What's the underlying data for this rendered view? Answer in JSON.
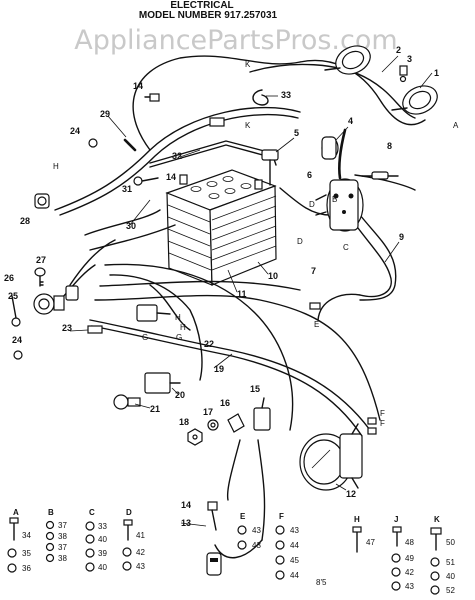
{
  "watermark": "AppliancePartsPros.com",
  "header": {
    "title": "ELECTRICAL",
    "model_line": "MODEL NUMBER 917.257031"
  },
  "callouts": [
    "1",
    "2",
    "3",
    "4",
    "5",
    "6",
    "7",
    "8",
    "9",
    "10",
    "11",
    "12",
    "13",
    "14",
    "14",
    "14",
    "15",
    "16",
    "17",
    "18",
    "19",
    "20",
    "21",
    "22",
    "23",
    "24",
    "24",
    "25",
    "26",
    "27",
    "28",
    "29",
    "30",
    "31",
    "32",
    "33"
  ],
  "connector_letters": [
    "K",
    "K",
    "H",
    "H",
    "A",
    "B",
    "C",
    "D",
    "D",
    "E",
    "F",
    "F",
    "G",
    "G",
    "H"
  ],
  "hardware_groups": [
    {
      "letter": "A",
      "parts": [
        "34",
        "35",
        "36"
      ]
    },
    {
      "letter": "B",
      "parts": [
        "37",
        "38",
        "37",
        "38"
      ]
    },
    {
      "letter": "C",
      "parts": [
        "33",
        "40",
        "39",
        "40"
      ]
    },
    {
      "letter": "D",
      "parts": [
        "41",
        "42",
        "43"
      ]
    },
    {
      "letter": "E",
      "parts": [
        "43",
        "43"
      ]
    },
    {
      "letter": "F",
      "parts": [
        "43",
        "44",
        "45",
        "44"
      ]
    },
    {
      "letter": "H",
      "parts": [
        "47"
      ]
    },
    {
      "letter": "J",
      "parts": [
        "48",
        "49",
        "42",
        "43"
      ]
    },
    {
      "letter": "K",
      "parts": [
        "50",
        "51",
        "40",
        "52"
      ]
    }
  ],
  "page_code": "8'5"
}
